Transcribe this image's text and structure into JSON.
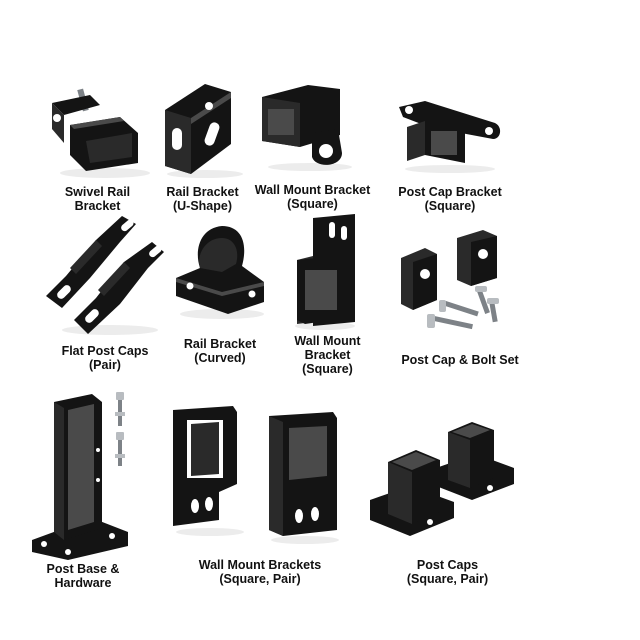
{
  "products": [
    {
      "id": "swivel-rail-bracket",
      "lines": [
        "Swivel Rail",
        "Bracket"
      ],
      "icon": "swivel-rail-bracket-icon"
    },
    {
      "id": "rail-bracket-u-shape",
      "lines": [
        "Rail Bracket",
        "(U-Shape)"
      ],
      "icon": "u-bracket-icon"
    },
    {
      "id": "wall-mount-bracket-square-1",
      "lines": [
        "Wall Mount Bracket",
        "(Square)"
      ],
      "icon": "wall-mount-bracket-icon"
    },
    {
      "id": "post-cap-bracket-square",
      "lines": [
        "Post Cap Bracket",
        "(Square)"
      ],
      "icon": "post-cap-bracket-icon"
    },
    {
      "id": "flat-post-caps-pair",
      "lines": [
        "Flat Post Caps",
        "(Pair)"
      ],
      "icon": "flat-post-caps-icon"
    },
    {
      "id": "rail-bracket-curved",
      "lines": [
        "Rail Bracket",
        "(Curved)"
      ],
      "icon": "curved-rail-bracket-icon"
    },
    {
      "id": "wall-mount-bracket-square-2",
      "lines": [
        "Wall Mount",
        "Bracket",
        "(Square)"
      ],
      "icon": "wall-mount-bracket-tall-icon"
    },
    {
      "id": "post-cap-bolt-set",
      "lines": [
        "Post Cap & Bolt Set"
      ],
      "icon": "post-cap-bolt-set-icon"
    },
    {
      "id": "post-base-hardware",
      "lines": [
        "Post Base &",
        "Hardware"
      ],
      "icon": "post-base-icon"
    },
    {
      "id": "wall-mount-brackets-pair",
      "lines": [
        "Wall Mount Brackets",
        "(Square, Pair)"
      ],
      "icon": "wall-mount-brackets-pair-icon"
    },
    {
      "id": "post-caps-square-pair",
      "lines": [
        "Post Caps",
        "(Square, Pair)"
      ],
      "icon": "post-caps-pair-icon"
    }
  ],
  "colors": {
    "product": "#141414",
    "background": "#ffffff",
    "hardware": "#b8bcc0"
  }
}
